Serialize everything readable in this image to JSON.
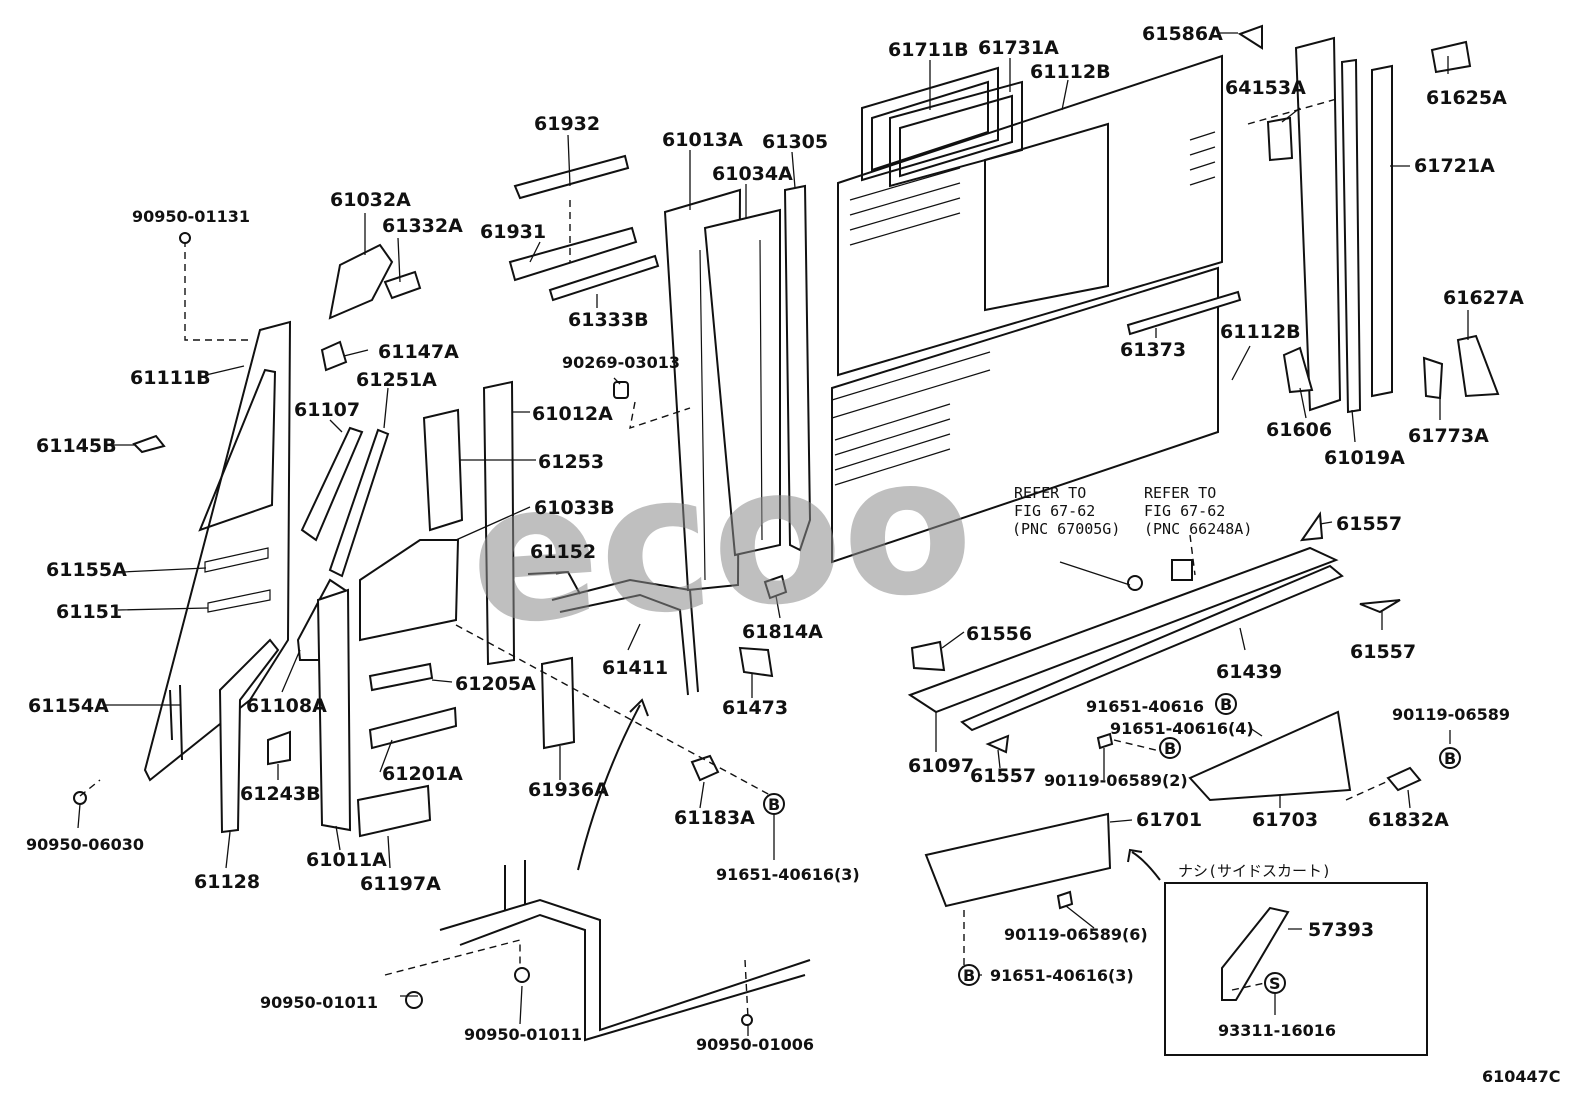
{
  "watermark": "ecoo",
  "diagram_code": "610447C",
  "labels": {
    "l61711B": "61711B",
    "l61731A": "61731A",
    "l61112B_top": "61112B",
    "l61586A": "61586A",
    "l64153A": "64153A",
    "l61625A": "61625A",
    "l61721A": "61721A",
    "l61932": "61932",
    "l61013A": "61013A",
    "l61305": "61305",
    "l61034A": "61034A",
    "l61032A": "61032A",
    "l61332A": "61332A",
    "l90950_01131": "90950-01131",
    "l61931": "61931",
    "l61333B": "61333B",
    "l61627A": "61627A",
    "l61373": "61373",
    "l61112B_mid": "61112B",
    "l61147A": "61147A",
    "l90269_03013": "90269-03013",
    "l61111B": "61111B",
    "l61251A": "61251A",
    "l61107": "61107",
    "l61012A": "61012A",
    "l61606": "61606",
    "l61773A": "61773A",
    "l61019A": "61019A",
    "l61145B": "61145B",
    "l61253": "61253",
    "l61033B": "61033B",
    "l61557_a": "61557",
    "l61152": "61152",
    "l61155A": "61155A",
    "l61151": "61151",
    "l61814A": "61814A",
    "l61556": "61556",
    "l61557_b": "61557",
    "l61439": "61439",
    "l61205A": "61205A",
    "l61411": "61411",
    "l61154A": "61154A",
    "l61108A": "61108A",
    "l61473": "61473",
    "l91651_40616_b": "91651-40616",
    "l91651_40616_4": "91651-40616(4)",
    "l90119_06589_r": "90119-06589",
    "l61201A": "61201A",
    "l61097": "61097",
    "l61557_c": "61557",
    "l90119_06589_2": "90119-06589(2)",
    "l61243B": "61243B",
    "l61936A": "61936A",
    "l61703": "61703",
    "l61832A": "61832A",
    "l90950_06030": "90950-06030",
    "l61183A": "61183A",
    "l61701": "61701",
    "l61128": "61128",
    "l61011A": "61011A",
    "l61197A": "61197A",
    "l91651_40616_3a": "91651-40616(3)",
    "l90119_06589_6": "90119-06589(6)",
    "l57393": "57393",
    "l91651_40616_3b": "91651-40616(3)",
    "l90950_01011_a": "90950-01011",
    "l93311_16016": "93311-16016",
    "l90950_01011_b": "90950-01011",
    "l90950_01006": "90950-01006"
  },
  "refer1": [
    "REFER TO",
    "FIG 67-62",
    "(PNC 67005G)"
  ],
  "refer2": [
    "REFER TO",
    "FIG 67-62",
    "(PNC 66248A)"
  ],
  "inset_title": "ナシ(サイドスカート)",
  "marker_b": "B",
  "marker_s": "S"
}
